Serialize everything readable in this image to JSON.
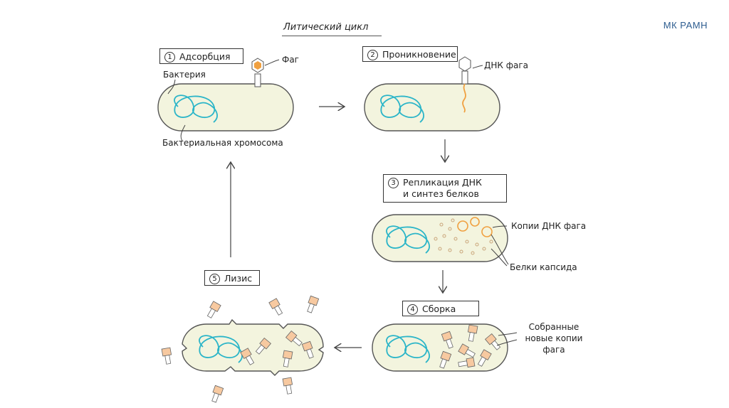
{
  "brand": "МК РАМН",
  "title": "Литический цикл",
  "steps": [
    {
      "num": "1",
      "label": "Адсорбция"
    },
    {
      "num": "2",
      "label": "Проникновение"
    },
    {
      "num": "3",
      "label": "Репликация ДНК",
      "label2": "и синтез белков"
    },
    {
      "num": "4",
      "label": "Сборка"
    },
    {
      "num": "5",
      "label": "Лизис"
    }
  ],
  "labels": {
    "phage": "Фаг",
    "bacterium": "Бактерия",
    "chromosome": "Бактериальная хромосома",
    "phage_dna": "ДНК фага",
    "dna_copies": "Копии ДНК фага",
    "capsid_proteins": "Белки капсида",
    "assembled_1": "Собранные",
    "assembled_2": "новые копии",
    "assembled_3": "фага"
  },
  "colors": {
    "cell_fill": "#f3f4de",
    "cell_stroke": "#555555",
    "chromosome": "#2bb5c8",
    "phage_dna": "#f0a040",
    "brand": "#2c5c8f"
  }
}
